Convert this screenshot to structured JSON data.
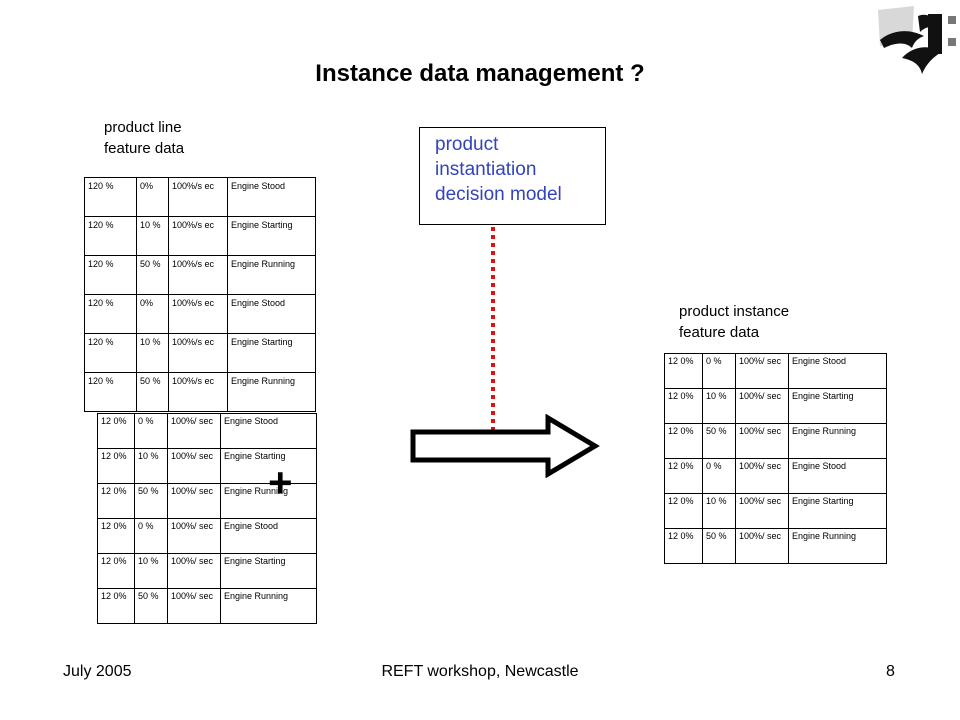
{
  "slide": {
    "title": "Instance data management ?",
    "left_label": [
      "product line",
      "feature data"
    ],
    "right_label": [
      "product instance",
      "feature data"
    ],
    "decision_model": [
      "product",
      "instantiation",
      "decision model"
    ],
    "plus_sign": "+"
  },
  "table_a": [
    [
      "120 %",
      "0%",
      "100%/s ec",
      "Engine Stood"
    ],
    [
      "120 %",
      "10 %",
      "100%/s ec",
      "Engine Starting"
    ],
    [
      "120 %",
      "50 %",
      "100%/s ec",
      "Engine Running"
    ],
    [
      "120 %",
      "0%",
      "100%/s ec",
      "Engine Stood"
    ],
    [
      "120 %",
      "10 %",
      "100%/s ec",
      "Engine Starting"
    ],
    [
      "120 %",
      "50 %",
      "100%/s ec",
      "Engine Running"
    ]
  ],
  "table_b": [
    [
      "12 0%",
      "0 %",
      "100%/ sec",
      "Engine Stood"
    ],
    [
      "12 0%",
      "10 %",
      "100%/ sec",
      "Engine Starting"
    ],
    [
      "12 0%",
      "50 %",
      "100%/ sec",
      "Engine Running"
    ],
    [
      "12 0%",
      "0 %",
      "100%/ sec",
      "Engine Stood"
    ],
    [
      "12 0%",
      "10 %",
      "100%/ sec",
      "Engine Starting"
    ],
    [
      "12 0%",
      "50 %",
      "100%/ sec",
      "Engine Running"
    ]
  ],
  "table_c": [
    [
      "12 0%",
      "0 %",
      "100%/ sec",
      "Engine Stood"
    ],
    [
      "12 0%",
      "10 %",
      "100%/ sec",
      "Engine Starting"
    ],
    [
      "12 0%",
      "50 %",
      "100%/ sec",
      "Engine Running"
    ],
    [
      "12 0%",
      "0 %",
      "100%/ sec",
      "Engine Stood"
    ],
    [
      "12 0%",
      "10 %",
      "100%/ sec",
      "Engine Starting"
    ],
    [
      "12 0%",
      "50 %",
      "100%/ sec",
      "Engine Running"
    ]
  ],
  "footer": {
    "date": "July 2005",
    "event": "REFT workshop, Newcastle",
    "page": "8"
  },
  "colors": {
    "dotted_line": "#dd1111",
    "decision_text": "#3344bb"
  }
}
